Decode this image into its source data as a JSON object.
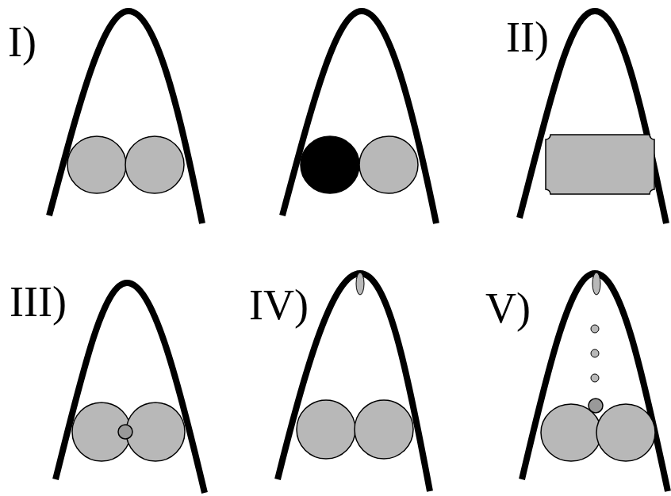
{
  "diagram": {
    "labels": [
      "I)",
      "II)",
      "III)",
      "IV)",
      "V)"
    ]
  }
}
